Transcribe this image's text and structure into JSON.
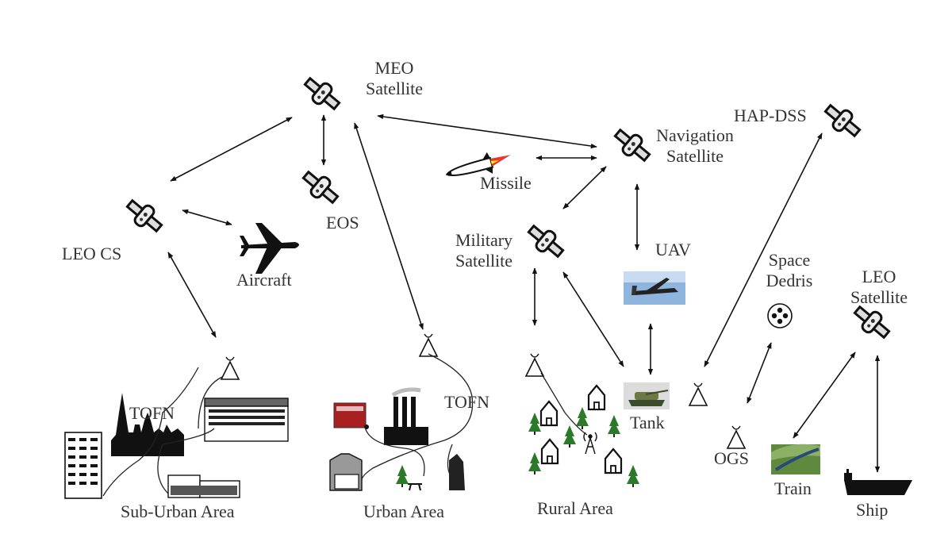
{
  "diagram": {
    "labels": {
      "meo": [
        "MEO",
        "Satellite"
      ],
      "navigation": [
        "Navigation",
        "Satellite"
      ],
      "hap": "HAP-DSS",
      "leo_cs": "LEO CS",
      "aircraft": "Aircraft",
      "eos": "EOS",
      "missile": "Missile",
      "military": [
        "Military",
        "Satellite"
      ],
      "uav": "UAV",
      "space_debris": [
        "Space",
        "Dedris"
      ],
      "leo_sat": [
        "LEO",
        "Satellite"
      ],
      "tank": "Tank",
      "ogs": "OGS",
      "train": "Train",
      "ship": "Ship",
      "tofn_suburban": "TOFN",
      "tofn_urban": "TOFN",
      "suburban_area": "Sub-Urban Area",
      "urban_area": "Urban Area",
      "rural_area": "Rural Area"
    },
    "nodes": [
      {
        "id": "meo",
        "kind": "satellite"
      },
      {
        "id": "eos",
        "kind": "satellite"
      },
      {
        "id": "leo_cs",
        "kind": "satellite"
      },
      {
        "id": "navigation",
        "kind": "satellite"
      },
      {
        "id": "hap",
        "kind": "satellite"
      },
      {
        "id": "military",
        "kind": "satellite"
      },
      {
        "id": "leo_sat",
        "kind": "satellite"
      },
      {
        "id": "aircraft",
        "kind": "aircraft"
      },
      {
        "id": "missile",
        "kind": "missile"
      },
      {
        "id": "uav",
        "kind": "uav-photo"
      },
      {
        "id": "tank",
        "kind": "tank-photo"
      },
      {
        "id": "train",
        "kind": "train-photo"
      },
      {
        "id": "ship",
        "kind": "ship"
      },
      {
        "id": "space_debris",
        "kind": "debris"
      },
      {
        "id": "ogs",
        "kind": "ground-station"
      },
      {
        "id": "suburban_gs",
        "kind": "ground-station"
      },
      {
        "id": "urban_gs",
        "kind": "ground-station"
      },
      {
        "id": "rural_gs",
        "kind": "ground-station"
      },
      {
        "id": "tank_gs",
        "kind": "ground-station"
      }
    ],
    "links": [
      {
        "from": "leo_cs",
        "to": "meo",
        "direction": "bidirectional"
      },
      {
        "from": "meo",
        "to": "eos",
        "direction": "bidirectional"
      },
      {
        "from": "meo",
        "to": "navigation",
        "direction": "bidirectional"
      },
      {
        "from": "meo",
        "to": "urban_gs",
        "direction": "bidirectional"
      },
      {
        "from": "leo_cs",
        "to": "aircraft",
        "direction": "bidirectional"
      },
      {
        "from": "leo_cs",
        "to": "suburban_gs",
        "direction": "bidirectional"
      },
      {
        "from": "missile",
        "to": "navigation",
        "direction": "bidirectional"
      },
      {
        "from": "navigation",
        "to": "military",
        "direction": "bidirectional"
      },
      {
        "from": "navigation",
        "to": "uav",
        "direction": "bidirectional"
      },
      {
        "from": "military",
        "to": "rural_gs",
        "direction": "bidirectional"
      },
      {
        "from": "military",
        "to": "tank",
        "direction": "bidirectional"
      },
      {
        "from": "uav",
        "to": "tank",
        "direction": "bidirectional"
      },
      {
        "from": "hap",
        "to": "tank_gs",
        "direction": "bidirectional"
      },
      {
        "from": "space_debris",
        "to": "ogs",
        "direction": "bidirectional"
      },
      {
        "from": "leo_sat",
        "to": "train",
        "direction": "bidirectional"
      },
      {
        "from": "leo_sat",
        "to": "ship",
        "direction": "bidirectional"
      }
    ]
  }
}
